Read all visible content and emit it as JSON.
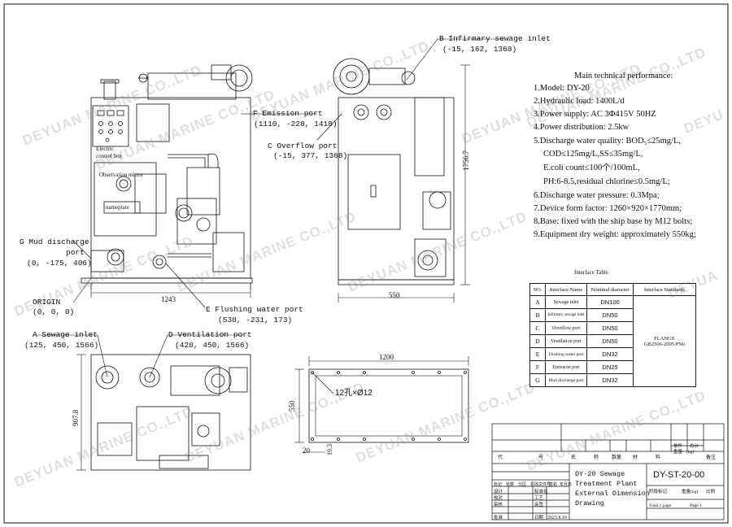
{
  "labels": {
    "b_inlet": {
      "name": "B Infirmary sewage inlet",
      "coords": "(-15, 162, 1368)"
    },
    "f_emission": {
      "name": "F Emission port",
      "coords": "(1110, -228, 1418)"
    },
    "c_overflow": {
      "name": "C Overflow port",
      "coords": "(-15, 377, 1368)"
    },
    "g_mud": {
      "name": "G Mud discharge",
      "name2": "port",
      "coords": "(0, -175, 406)"
    },
    "origin": {
      "name": "ORIGIN",
      "coords": "(0, 0, 0)"
    },
    "e_flushing": {
      "name": "E Flushing water port",
      "coords": "(530, -231, 173)"
    },
    "a_inlet": {
      "name": "A Sewage inlet",
      "coords": "(125, 450, 1566)"
    },
    "d_vent": {
      "name": "D Ventilation port",
      "coords": "(420, 450, 1566)"
    }
  },
  "panel_text": {
    "electric_box": "Electric",
    "electric_box2": "control box",
    "mirror": "Observation mirror",
    "nameplate": "nameplate"
  },
  "dimensions": {
    "front_width": "1243",
    "side_width": "550",
    "side_height": "1756.7",
    "top_depth": "907.8",
    "base_length": "1200",
    "base_width": "550",
    "base_edge": "20",
    "base_hole_offset": "19.3",
    "holes": "12孔×Ø12"
  },
  "performance": {
    "title": "Main technical performance:",
    "items": [
      "1.Model: DY-20",
      "2.Hydraulic load: 1400L/d",
      "3.Power supply: AC 3Φ415V 50HZ",
      "4.Power distribution: 2.5kw",
      "5.Discharge water quality: BOD₅≤25mg/L,",
      "COD≤125mg/L,SS≤35mg/L,",
      "E.coli count≤100个/100mL,",
      "PH:6-8.5,residual chlorine≤0.5mg/L;",
      "6.Discharge water pressure: 0.3Mpa;",
      "7.Device form factor: 1260×920×1770mm;",
      "8.Base: fixed with the ship base by M12 bolts;",
      "9.Equipment dry weight: approximately 550kg;"
    ]
  },
  "interface_table": {
    "title": "Interface Table",
    "headers": [
      "NO.",
      "Interface Name",
      "Nominal diameter",
      "Interface Standards"
    ],
    "standard": "FLANGE",
    "standard2": "GB2506-2005 PN6",
    "rows": [
      {
        "no": "A",
        "name": "Sewage inlet",
        "dn": "DN100"
      },
      {
        "no": "B",
        "name": "Infirmary sewage inlet",
        "dn": "DN50"
      },
      {
        "no": "C",
        "name": "Overflow port",
        "dn": "DN50"
      },
      {
        "no": "D",
        "name": "Ventilation port",
        "dn": "DN50"
      },
      {
        "no": "E",
        "name": "Flushing water port",
        "dn": "DN32"
      },
      {
        "no": "F",
        "name": "Emission port",
        "dn": "DN25"
      },
      {
        "no": "G",
        "name": "Mud discharge port",
        "dn": "DN32"
      }
    ]
  },
  "title_block": {
    "drawing_no": "DY-ST-20-00",
    "title_lines": [
      "DY-20 Sewage",
      "Treatment Plant",
      "External Dimension",
      "Drawing"
    ],
    "date": "2023.8.19",
    "total_pages": "Total 1 page",
    "page": "Page 1",
    "col_headers": [
      "代",
      "号",
      "名",
      "称",
      "数量",
      "材",
      "料",
      "单件",
      "总计",
      "重量",
      "(kg)",
      "备注"
    ],
    "left_labels": [
      "设计",
      "校对",
      "审核",
      "批准"
    ],
    "mid_labels": [
      "标记",
      "处数",
      "分区",
      "更改文件号",
      "签名",
      "年月日"
    ],
    "right_labels": [
      "阶段标记",
      "重量(kg)",
      "比例"
    ],
    "std_labels": [
      "标准化",
      "工艺",
      "会签",
      "日期"
    ]
  },
  "watermark": "DEYUAN MARINE CO.,LTD"
}
